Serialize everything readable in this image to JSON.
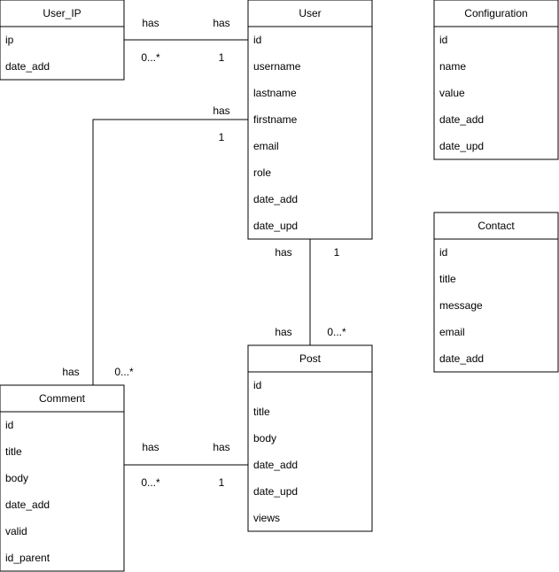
{
  "entities": {
    "user_ip": {
      "title": "User_IP",
      "fields": [
        "ip",
        "date_add"
      ]
    },
    "user": {
      "title": "User",
      "fields": [
        "id",
        "username",
        "lastname",
        "firstname",
        "email",
        "role",
        "date_add",
        "date_upd"
      ]
    },
    "configuration": {
      "title": "Configuration",
      "fields": [
        "id",
        "name",
        "value",
        "date_add",
        "date_upd"
      ]
    },
    "contact": {
      "title": "Contact",
      "fields": [
        "id",
        "title",
        "message",
        "email",
        "date_add"
      ]
    },
    "post": {
      "title": "Post",
      "fields": [
        "id",
        "title",
        "body",
        "date_add",
        "date_upd",
        "views"
      ]
    },
    "comment": {
      "title": "Comment",
      "fields": [
        "id",
        "title",
        "body",
        "date_add",
        "valid",
        "id_parent"
      ]
    }
  },
  "relations": {
    "userip_user": {
      "label_a": "has",
      "label_b": "has",
      "card_a": "0...*",
      "card_b": "1"
    },
    "user_comment": {
      "label_a": "has",
      "card_a": "1",
      "label_b": "has",
      "card_b": "0...*"
    },
    "user_post": {
      "label_a": "has",
      "card_a": "1",
      "label_b": "has",
      "card_b": "0...*"
    },
    "comment_post": {
      "label_a": "has",
      "label_b": "has",
      "card_a": "0...*",
      "card_b": "1"
    }
  }
}
